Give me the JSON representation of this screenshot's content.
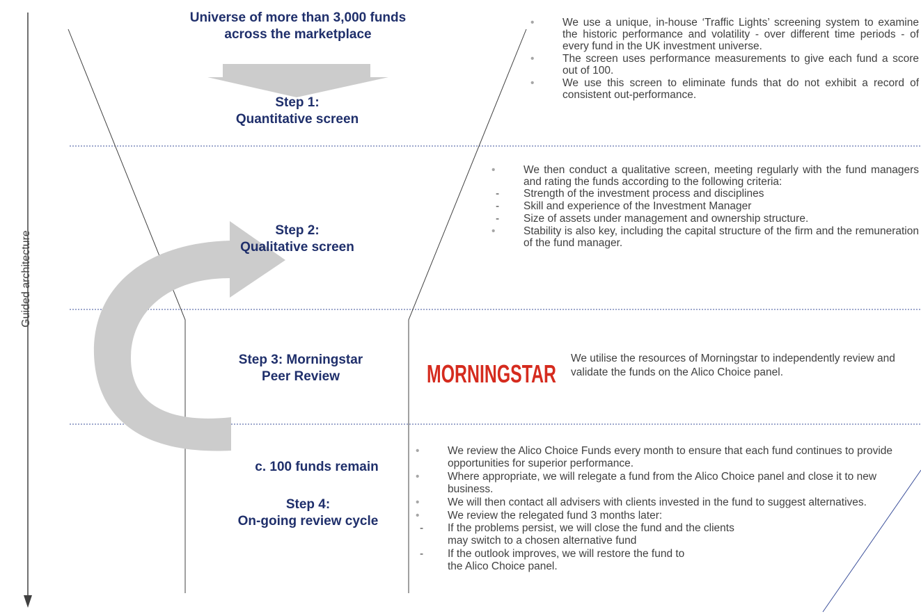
{
  "axis": {
    "label": "Guided architecture"
  },
  "colors": {
    "heading": "#1f2f6b",
    "body": "#404040",
    "bullet": "#a6a6a6",
    "arrow": "#cccccc",
    "divider": "#3b4f9a",
    "logo": "#d52b1e"
  },
  "universe": {
    "line1": "Universe of more than 3,000 funds",
    "line2": "across the marketplace"
  },
  "steps": [
    {
      "line1": "Step 1:",
      "line2": "Quantitative screen"
    },
    {
      "line1": "Step 2:",
      "line2": "Qualitative screen"
    },
    {
      "line1": "Step 3: Morningstar",
      "line2": "Peer Review"
    },
    {
      "line1": "Step 4:",
      "line2": "On-going review cycle"
    }
  ],
  "remain": "c. 100 funds remain",
  "step1_bullets": [
    "We use a unique, in-house ‘Traffic Lights’ screening system to examine the historic performance and volatility - over different time periods - of every fund in the UK investment universe.",
    "The screen uses performance measurements to give each fund a score out of 100.",
    "We use this screen to eliminate funds that do not exhibit a record of consistent out-performance."
  ],
  "step2_intro": "We then conduct a qualitative screen, meeting regularly with the fund managers and rating the funds according to the following criteria:",
  "step2_criteria": [
    "Strength of the investment process and disciplines",
    "Skill and experience of the Investment Manager",
    "Size of assets under management and ownership structure."
  ],
  "step2_stability": "Stability is also key, including the capital structure of the firm and the remuneration of the fund manager.",
  "morningstar": {
    "logo_text": "MORNINGSTAR",
    "text": "We utilise the resources of Morningstar to independently review and validate the funds on the Alico Choice panel."
  },
  "step4_bullets": [
    "We review the Alico Choice Funds every month to ensure that each fund continues to provide opportunities for superior performance.",
    "Where appropriate, we will relegate a fund from the Alico Choice panel and close it to new business.",
    "We will then contact all advisers with clients invested in the fund to suggest alternatives."
  ],
  "step4_relegated": "We review the relegated fund 3 months later:",
  "step4_outcomes": [
    "If the problems persist, we will close the fund and the clients may switch to a chosen alternative fund",
    "If the outlook improves, we will restore the fund to the Alico Choice panel."
  ]
}
